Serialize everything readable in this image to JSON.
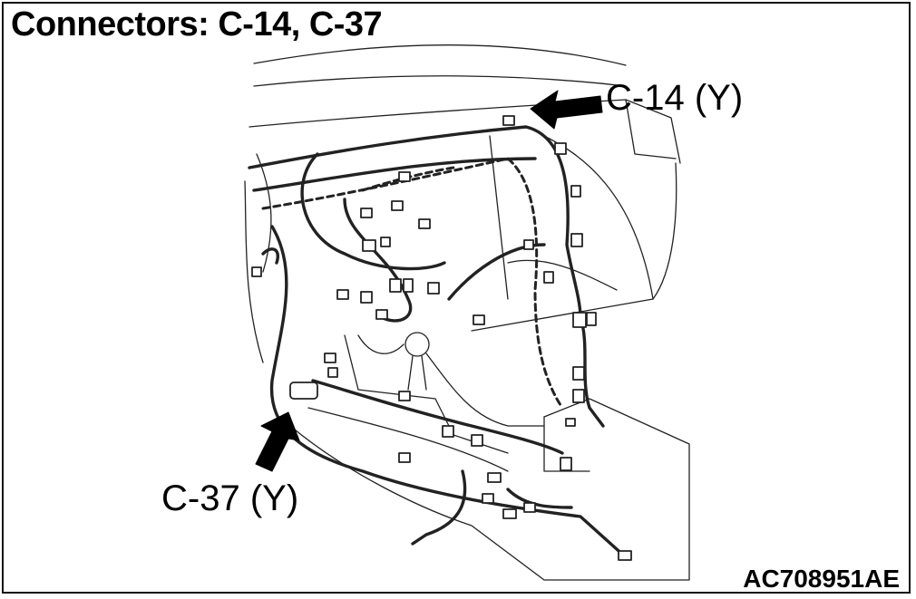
{
  "title": "Connectors: C-14, C-37",
  "callouts": {
    "c14": "C-14 (Y)",
    "c37": "C-37 (Y)"
  },
  "figure_id": "AC708951AE",
  "colors": {
    "line": "#111111",
    "background": "#ffffff"
  }
}
